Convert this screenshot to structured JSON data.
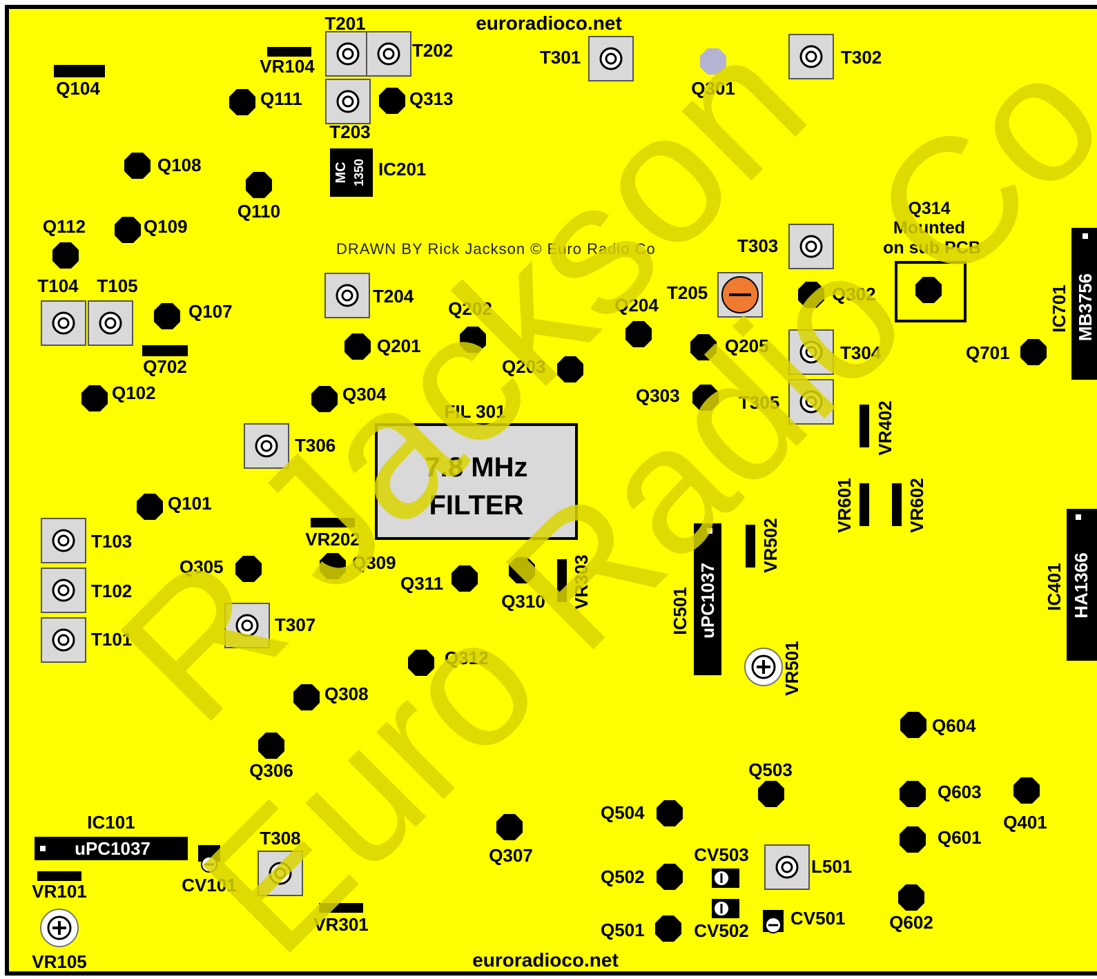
{
  "board": {
    "background": "#ffff00",
    "credit": "DRAWN BY  Rick Jackson © Euro Radio Co",
    "site_top": "euroradioco.net",
    "site_bottom": "euroradioco.net",
    "watermark_line1": "R Jackson",
    "watermark_line2": "Euro Radio Co"
  },
  "filter": {
    "name": "FIL 301",
    "line1": "7.8 MHz",
    "line2": "FILTER"
  },
  "sub_note": {
    "line1": "Q314",
    "line2": "Mounted",
    "line3": "on sub PCB"
  },
  "colors": {
    "board": "#ffff00",
    "component": "#000000",
    "transformer_box": "#d9d9d9",
    "trimmer": "#f07a30",
    "watermark": "#d9d400"
  },
  "transformers": [
    "T201",
    "T202",
    "T203",
    "T301",
    "T302",
    "T303",
    "T304",
    "T305",
    "T104",
    "T105",
    "T204",
    "T205",
    "T306",
    "T103",
    "T102",
    "T101",
    "T307",
    "T308",
    "L501"
  ],
  "transistors": [
    "Q104",
    "Q111",
    "Q313",
    "Q301",
    "Q108",
    "Q110",
    "Q112",
    "Q109",
    "Q302",
    "Q107",
    "Q202",
    "Q204",
    "Q201",
    "Q205",
    "Q701",
    "Q203",
    "Q102",
    "Q304",
    "Q303",
    "Q101",
    "Q305",
    "Q309",
    "Q311",
    "Q310",
    "Q312",
    "Q308",
    "Q306",
    "Q604",
    "Q503",
    "Q603",
    "Q401",
    "Q504",
    "Q601",
    "Q307",
    "Q502",
    "Q501",
    "Q602"
  ],
  "resistors": [
    "VR104",
    "Q702",
    "VR202",
    "VR101",
    "VR301",
    "VR402",
    "VR601",
    "VR602",
    "VR502",
    "VR303",
    "VR501",
    "VR105"
  ],
  "capacitors": [
    "CV101",
    "CV503",
    "CV502",
    "CV501"
  ],
  "ics": {
    "ic201": {
      "ref": "IC201",
      "top": "MC",
      "bottom": "1350"
    },
    "ic701": {
      "ref": "IC701",
      "part": "MB3756"
    },
    "ic401": {
      "ref": "IC401",
      "part": "HA1366"
    },
    "ic501": {
      "ref": "IC501",
      "part": "uPC1037"
    },
    "ic101": {
      "ref": "IC101",
      "part": "uPC1037"
    }
  }
}
